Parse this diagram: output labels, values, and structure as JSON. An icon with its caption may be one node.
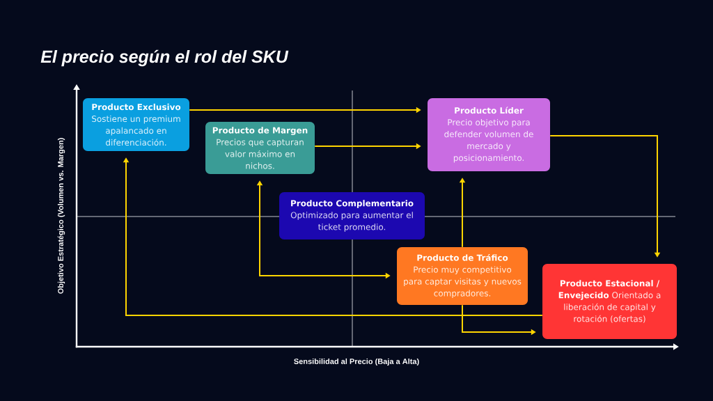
{
  "diagram": {
    "title": "El precio según el rol del SKU",
    "nodes": [
      {
        "text": [
          "Producto Exclusivo",
          "Sostiene un premium apalancado en diferenciación."
        ]
      },
      {
        "text": [
          "Producto de Margen",
          "Precios que capturan valor máximo en nichos."
        ]
      },
      {
        "text": [
          "Producto Líder",
          "Precio objetivo para defender volumen de mercado y posicionamiento."
        ]
      },
      {
        "text": [
          "Producto Complementario",
          "Optimizado para aumentar el ticket promedio."
        ]
      },
      {
        "text": [
          "Producto de Tráfico",
          "Precio muy competitivo para captar visitas y nuevos compradores."
        ]
      },
      {
        "text": [
          "Producto Estacional / Envejecido",
          "Orientado a liberación de capital y rotación (ofertas)"
        ]
      }
    ],
    "edges": [
      {
        "from": 0,
        "to": 2,
        "arrow": "to"
      },
      {
        "from": 1,
        "to": 2,
        "arrow": "to"
      },
      {
        "from": 2,
        "to": 5,
        "arrow": "to"
      },
      {
        "from": 5,
        "to": 0,
        "arrow": "to"
      },
      {
        "from": 1,
        "to": 4,
        "arrow": "both"
      },
      {
        "from": 4,
        "to": 2,
        "arrow": "to"
      },
      {
        "from": 4,
        "to": 5,
        "arrow": "to"
      }
    ],
    "labels": [
      "Objetivo Estratégico (Volumen vs. Margen)",
      "Sensibilidad al Precio (Baja a Alta)"
    ]
  }
}
